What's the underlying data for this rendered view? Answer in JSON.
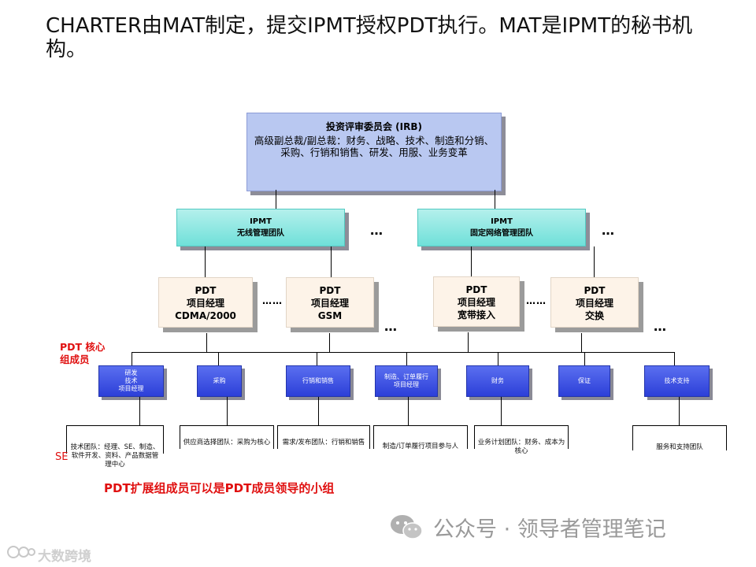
{
  "title": "CHARTER由MAT制定，提交IPMT授权PDT执行。MAT是IPMT的秘书机构。",
  "irb": {
    "title": "投资评审委员会 (IRB)",
    "desc": "高级副总裁/副总裁：财务、战略、技术、制造和分销、采购、行销和销售、研发、用服、业务变革"
  },
  "ipmt": [
    {
      "line1": "IPMT",
      "line2": "无线管理团队"
    },
    {
      "line1": "IPMT",
      "line2": "固定网络管理团队"
    }
  ],
  "ellipsis": "…",
  "short_dots": "……",
  "pdt": [
    {
      "l1": "PDT",
      "l2": "项目经理",
      "l3": "CDMA/2000"
    },
    {
      "l1": "PDT",
      "l2": "项目经理",
      "l3": "GSM"
    },
    {
      "l1": "PDT",
      "l2": "项目经理",
      "l3": "宽带接入"
    },
    {
      "l1": "PDT",
      "l2": "项目经理",
      "l3": "交换"
    }
  ],
  "core_label": "PDT 核心组成员",
  "functions": [
    "研发\n技术\n项目经理",
    "采购",
    "行销和销售",
    "制造、订单履行\n项目经理",
    "财务",
    "保证",
    "技术支持"
  ],
  "teams": [
    "技术团队：经理、SE、制造、软件开发、资料、产品数据管理中心",
    "供应商选择团队：采购为核心",
    "需求/发布团队：行销和销售",
    "制造/订单履行项目参与人",
    "业务计划团队：财务、成本为核心",
    "服务和支持团队"
  ],
  "se_label": "SE",
  "extended_note": "PDT扩展组成员可以是PDT成员领导的小组",
  "watermark": "公众号 · 领导者管理笔记",
  "corner_logo": "大数跨境",
  "icons": [
    "wechat-icon",
    "corner-logo-icon"
  ],
  "colors": {
    "irb_fill": "#b9c8f1",
    "ipmt_fill": "#6fe0d9",
    "pdt_fill": "#fdf3e8",
    "function_fill": "#2c3fd8",
    "accent_red": "#e01010"
  }
}
